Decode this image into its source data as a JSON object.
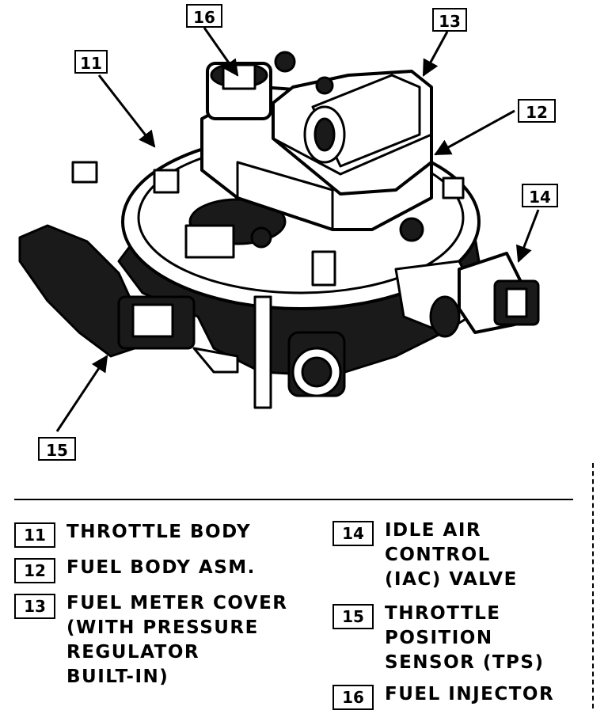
{
  "callouts": {
    "c11": "11",
    "c12": "12",
    "c13": "13",
    "c14": "14",
    "c15": "15",
    "c16": "16"
  },
  "legend": [
    {
      "number": "11",
      "lines": [
        "THROTTLE BODY"
      ]
    },
    {
      "number": "12",
      "lines": [
        "FUEL BODY ASM."
      ]
    },
    {
      "number": "13",
      "lines": [
        "FUEL METER COVER",
        "(WITH PRESSURE",
        "REGULATOR",
        "BUILT-IN)"
      ]
    },
    {
      "number": "14",
      "lines": [
        "IDLE AIR",
        "CONTROL",
        "(IAC) VALVE"
      ]
    },
    {
      "number": "15",
      "lines": [
        "THROTTLE",
        "POSITION",
        "SENSOR (TPS)"
      ]
    },
    {
      "number": "16",
      "lines": [
        "FUEL INJECTOR"
      ]
    }
  ]
}
